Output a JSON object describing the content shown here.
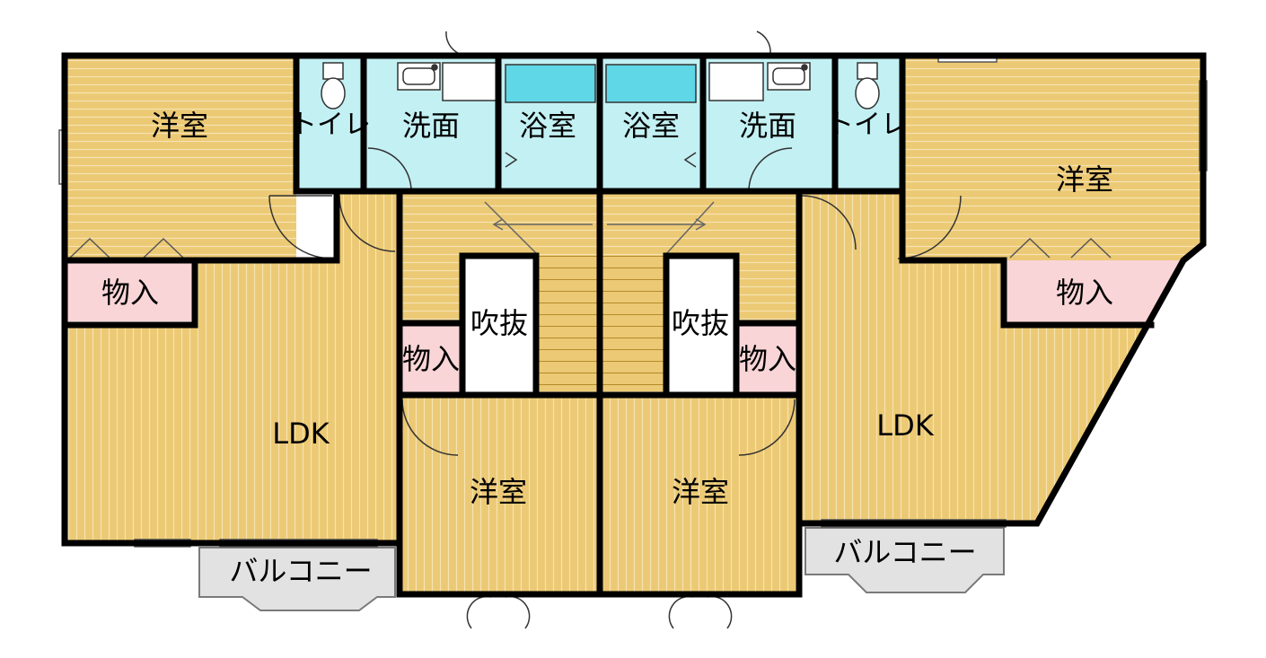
{
  "rooms": {
    "western_top_left": "洋室",
    "toilet_left": "トイレ",
    "washroom_left": "洗面",
    "bath_left": "浴室",
    "bath_right": "浴室",
    "washroom_right": "洗面",
    "toilet_right": "トイレ",
    "western_top_right": "洋室",
    "storage_left": "物入",
    "storage_right": "物入",
    "void_left": "吹抜",
    "void_right": "吹抜",
    "storage_small_left": "物入",
    "storage_small_right": "物入",
    "ldk_left": "LDK",
    "ldk_right": "LDK",
    "western_bottom_left": "洋室",
    "western_bottom_right": "洋室",
    "balcony_left": "バルコニー",
    "balcony_right": "バルコニー"
  },
  "colors": {
    "wood_floor": "#ecc974",
    "wood_line": "#f6e3b4",
    "wet_area": "#c3f0f3",
    "storage": "#f9d5d7",
    "void": "#ffffff",
    "balcony": "#e2e2e2",
    "wall": "#000000",
    "bathtub": "#5fd7e6"
  }
}
